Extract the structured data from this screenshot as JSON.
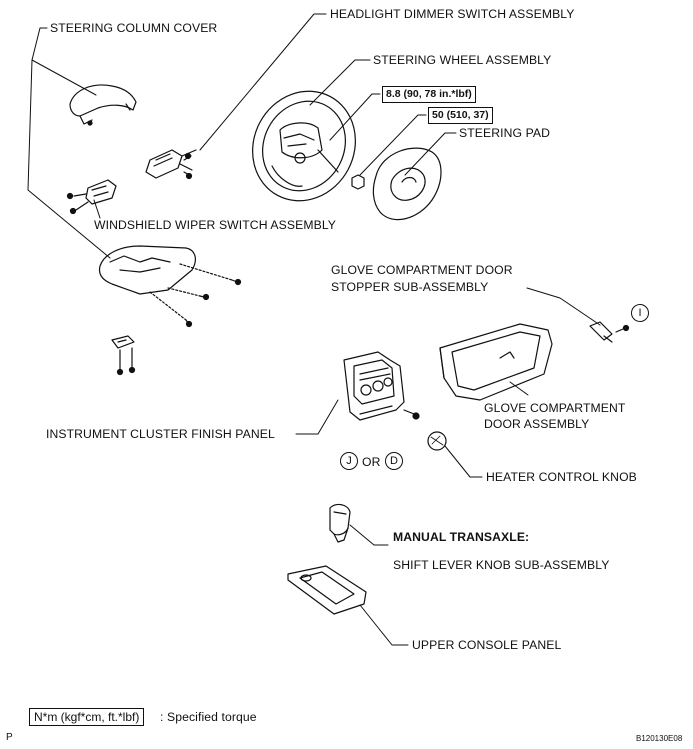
{
  "labels": {
    "steering_column_cover": "STEERING COLUMN COVER",
    "headlight_dimmer": "HEADLIGHT DIMMER SWITCH ASSEMBLY",
    "steering_wheel": "STEERING WHEEL ASSEMBLY",
    "steering_pad": "STEERING PAD",
    "windshield_wiper": "WINDSHIELD WIPER SWITCH ASSEMBLY",
    "glove_stopper_line1": "GLOVE COMPARTMENT DOOR",
    "glove_stopper_line2": "STOPPER SUB-ASSEMBLY",
    "glove_door_line1": "GLOVE COMPARTMENT",
    "glove_door_line2": "DOOR ASSEMBLY",
    "instrument_cluster": "INSTRUMENT CLUSTER FINISH PANEL",
    "heater_knob": "HEATER CONTROL KNOB",
    "manual_transaxle": "MANUAL TRANSAXLE:",
    "shift_lever": "SHIFT LEVER KNOB SUB-ASSEMBLY",
    "upper_console": "UPPER CONSOLE PANEL"
  },
  "torques": {
    "wheel": "8.8 (90, 78 in.*lbf)",
    "pad": "50 (510, 37)"
  },
  "markers": {
    "i": "I",
    "j": "J",
    "d": "D",
    "or": "OR"
  },
  "legend": {
    "box": "N*m (kgf*cm, ft.*lbf)",
    "text": ": Specified torque"
  },
  "footer": {
    "left": "P",
    "code": "B120130E08"
  }
}
